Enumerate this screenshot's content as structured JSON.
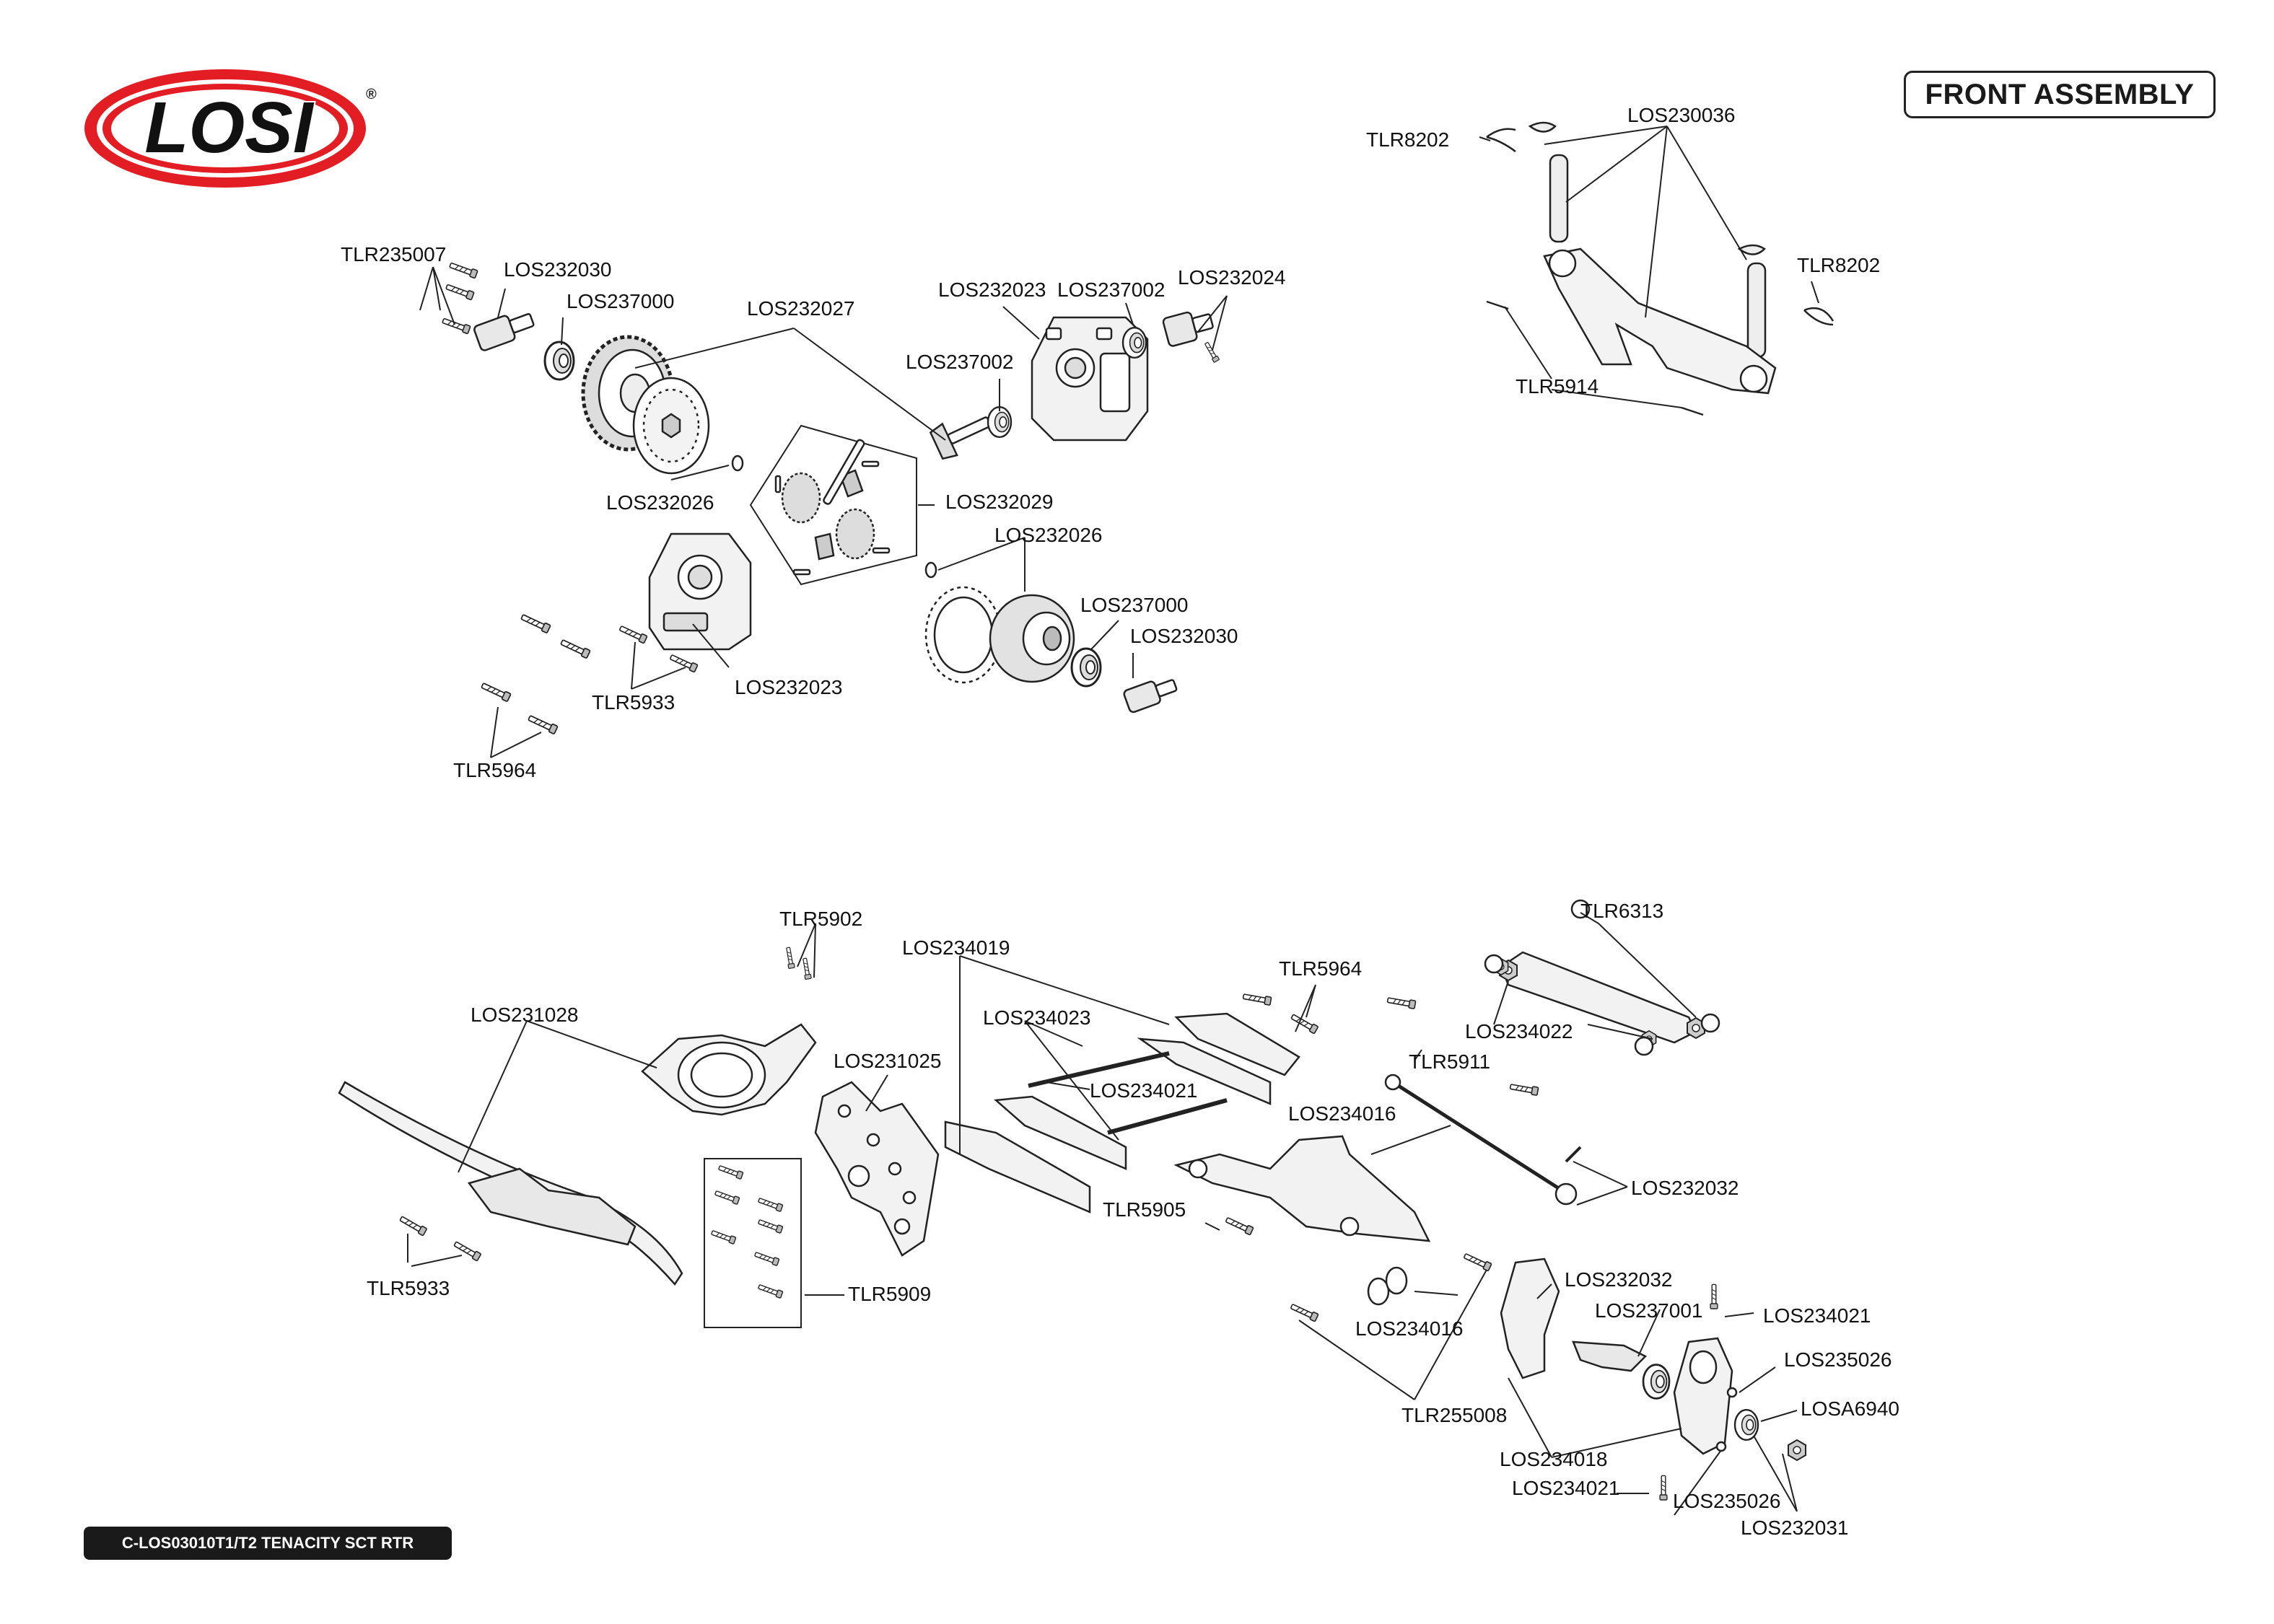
{
  "brand": {
    "logo_text": "LOSI",
    "registered": "®"
  },
  "title": "FRONT ASSEMBLY",
  "model": "C-LOS03010T1/T2 TENACITY SCT RTR",
  "callouts": {
    "c1": "TLR235007",
    "c2": "LOS232030",
    "c3": "LOS237000",
    "c4": "LOS232027",
    "c5": "LOS232023",
    "c6": "LOS237002",
    "c7": "LOS237002",
    "c8": "LOS232024",
    "c9": "LOS232026",
    "c10": "LOS232029",
    "c11": "LOS232026",
    "c12": "LOS237000",
    "c13": "LOS232030",
    "c14": "LOS232023",
    "c15": "TLR5933",
    "c16": "TLR5964",
    "c17": "TLR8202",
    "c18": "LOS230036",
    "c19": "TLR8202",
    "c20": "TLR5914",
    "c21": "TLR5902",
    "c22": "LOS234019",
    "c23": "TLR5964",
    "c24": "TLR6313",
    "c25": "LOS231028",
    "c26": "LOS234023",
    "c27": "LOS231025",
    "c28": "LOS234021",
    "c29": "LOS234022",
    "c30": "TLR5911",
    "c31": "LOS234016",
    "c32": "LOS232032",
    "c33": "TLR5905",
    "c34": "TLR5933",
    "c35": "TLR5909",
    "c36": "LOS232032",
    "c37": "LOS237001",
    "c38": "LOS234021",
    "c39": "LOS234016",
    "c40": "LOS235026",
    "c41": "TLR255008",
    "c42": "LOSA6940",
    "c43": "LOS234018",
    "c44": "LOS234021",
    "c45": "LOS235026",
    "c46": "LOS232031"
  }
}
